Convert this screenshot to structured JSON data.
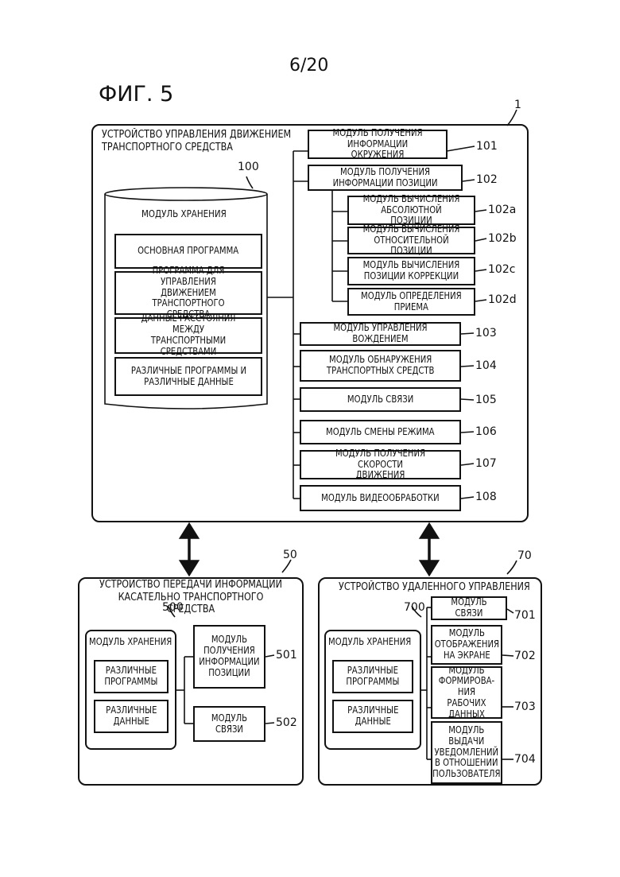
{
  "page": {
    "number": "6/20",
    "figure_title": "ФИГ. 5"
  },
  "main": {
    "ref": "1",
    "title": "УСТРОЙСТВО УПРАВЛЕНИЯ ДВИЖЕНИЕМ\nТРАНСПОРТНОГО СРЕДСТВА",
    "storage": {
      "ref": "100",
      "label": "МОДУЛЬ ХРАНЕНИЯ",
      "items": [
        "ОСНОВНАЯ ПРОГРАММА",
        "ПРОГРАММА ДЛЯ УПРАВЛЕНИЯ\nДВИЖЕНИЕМ ТРАНСПОРТНОГО\nСРЕДСТВА",
        "ДАННЫЕ РАССТОЯНИЯ МЕЖДУ\nТРАНСПОРТНЫМИ СРЕДСТВАМИ",
        "РАЗЛИЧНЫЕ ПРОГРАММЫ И\nРАЗЛИЧНЫЕ ДАННЫЕ"
      ]
    },
    "modules": [
      {
        "ref": "101",
        "label": "МОДУЛЬ ПОЛУЧЕНИЯ\nИНФОРМАЦИИ ОКРУЖЕНИЯ"
      },
      {
        "ref": "102",
        "label": "МОДУЛЬ ПОЛУЧЕНИЯ\nИНФОРМАЦИИ ПОЗИЦИИ"
      },
      {
        "ref": "102a",
        "label": "МОДУЛЬ ВЫЧИСЛЕНИЯ\nАБСОЛЮТНОЙ ПОЗИЦИИ"
      },
      {
        "ref": "102b",
        "label": "МОДУЛЬ ВЫЧИСЛЕНИЯ\nОТНОСИТЕЛЬНОЙ ПОЗИЦИИ"
      },
      {
        "ref": "102c",
        "label": "МОДУЛЬ ВЫЧИСЛЕНИЯ\nПОЗИЦИИ КОРРЕКЦИИ"
      },
      {
        "ref": "102d",
        "label": "МОДУЛЬ ОПРЕДЕЛЕНИЯ\nПРИЕМА"
      },
      {
        "ref": "103",
        "label": "МОДУЛЬ УПРАВЛЕНИЯ ВОЖДЕНИЕМ"
      },
      {
        "ref": "104",
        "label": "МОДУЛЬ ОБНАРУЖЕНИЯ\nТРАНСПОРТНЫХ СРЕДСТВ"
      },
      {
        "ref": "105",
        "label": "МОДУЛЬ СВЯЗИ"
      },
      {
        "ref": "106",
        "label": "МОДУЛЬ СМЕНЫ РЕЖИМА"
      },
      {
        "ref": "107",
        "label": "МОДУЛЬ ПОЛУЧЕНИЯ СКОРОСТИ\nДВИЖЕНИЯ"
      },
      {
        "ref": "108",
        "label": "МОДУЛЬ ВИДЕООБРАБОТКИ"
      }
    ]
  },
  "transmitter": {
    "ref": "50",
    "title": "УСТРОЙСТВО ПЕРЕДАЧИ ИНФОРМАЦИИ\nКАСАТЕЛЬНО ТРАНСПОРТНОГО СРЕДСТВА",
    "storage": {
      "ref": "500",
      "label": "МОДУЛЬ ХРАНЕНИЯ",
      "items": [
        "РАЗЛИЧНЫЕ\nПРОГРАММЫ",
        "РАЗЛИЧНЫЕ\nДАННЫЕ"
      ]
    },
    "modules": [
      {
        "ref": "501",
        "label": "МОДУЛЬ\nПОЛУЧЕНИЯ\nИНФОРМАЦИИ\nПОЗИЦИИ"
      },
      {
        "ref": "502",
        "label": "МОДУЛЬ СВЯЗИ"
      }
    ]
  },
  "remote": {
    "ref": "70",
    "title": "УСТРОЙСТВО УДАЛЕННОГО УПРАВЛЕНИЯ",
    "storage": {
      "ref": "700",
      "label": "МОДУЛЬ ХРАНЕНИЯ",
      "items": [
        "РАЗЛИЧНЫЕ\nПРОГРАММЫ",
        "РАЗЛИЧНЫЕ\nДАННЫЕ"
      ]
    },
    "modules": [
      {
        "ref": "701",
        "label": "МОДУЛЬ СВЯЗИ"
      },
      {
        "ref": "702",
        "label": "МОДУЛЬ\nОТОБРАЖЕНИЯ\nНА ЭКРАНЕ"
      },
      {
        "ref": "703",
        "label": "МОДУЛЬ\nФОРМИРОВА-\nНИЯ РАБОЧИХ\nДАННЫХ"
      },
      {
        "ref": "704",
        "label": "МОДУЛЬ\nВЫДАЧИ\nУВЕДОМЛЕНИЙ\nВ ОТНОШЕНИИ\nПОЛЬЗОВАТЕЛЯ"
      }
    ]
  }
}
